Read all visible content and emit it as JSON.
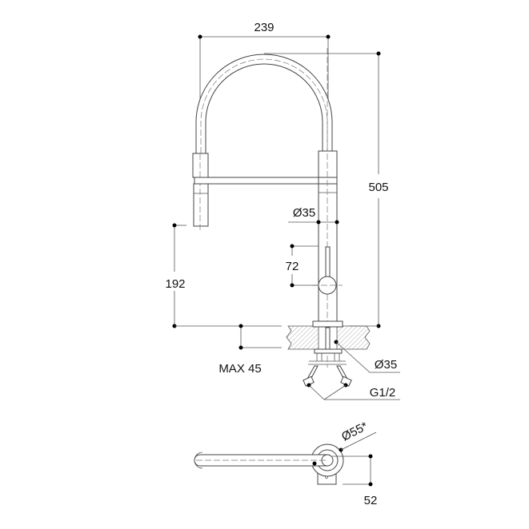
{
  "drawing": {
    "dimensions": {
      "width_top": "239",
      "height_total": "505",
      "spout_diameter": "Ø35",
      "lever_height": "72",
      "spray_height": "192",
      "max_counter": "MAX 45",
      "hole_diameter": "Ø35",
      "connection": "G1/2",
      "base_diameter": "Ø55*",
      "plan_depth": "52"
    }
  }
}
